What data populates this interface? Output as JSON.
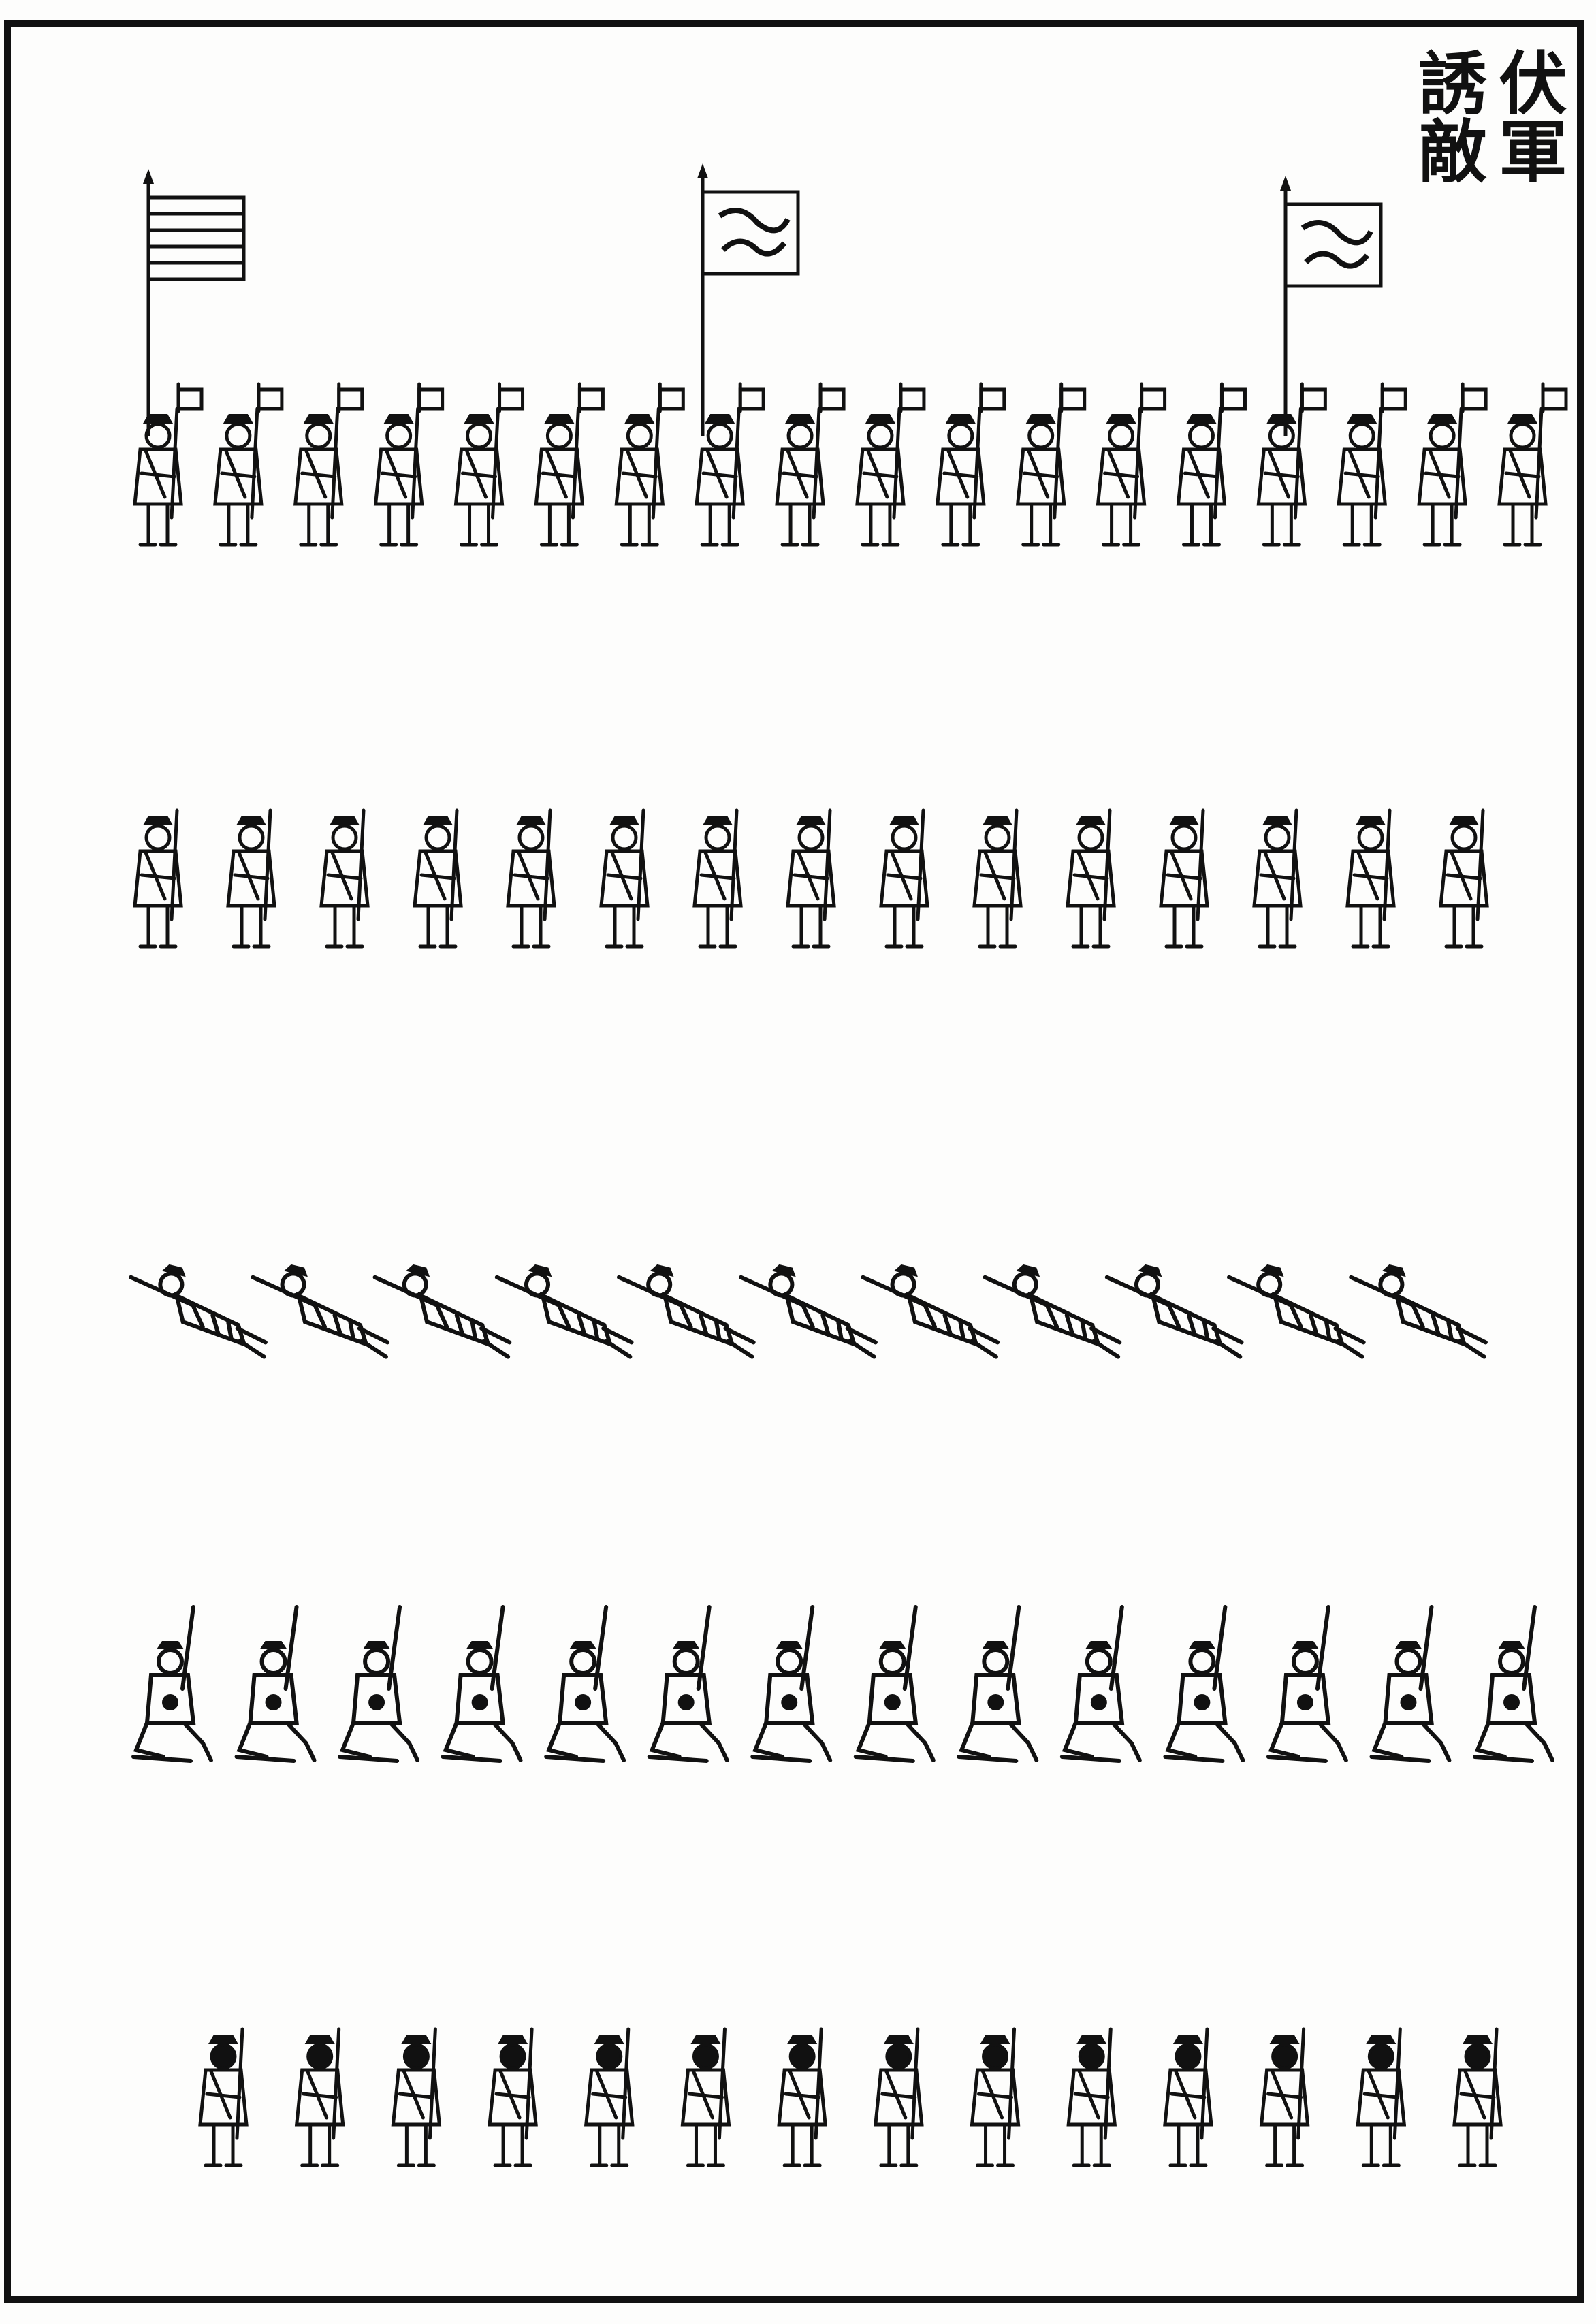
{
  "title": {
    "column_right": "伏軍",
    "column_left": "誘敵"
  },
  "rows": [
    {
      "pose": "standing-with-flags",
      "count": 18,
      "large_flags": 3
    },
    {
      "pose": "standing-with-guns",
      "count": 15
    },
    {
      "pose": "prone",
      "count": 11
    },
    {
      "pose": "kneeling",
      "count": 14
    },
    {
      "pose": "standing-back-view",
      "count": 14
    }
  ],
  "colors": {
    "ink": "#111111",
    "paper": "#fdfdfc"
  }
}
